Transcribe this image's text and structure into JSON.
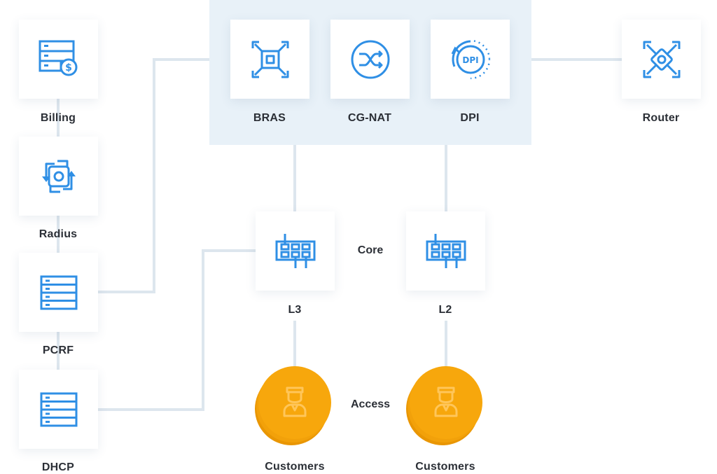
{
  "colors": {
    "accent": "#2f8fe5",
    "panel": "#e8f1f8",
    "line": "#dde6ee",
    "customer": "#f7a70c",
    "customer_dark": "#e99603"
  },
  "nodes": {
    "billing": {
      "label": "Billing",
      "icon": "server-dollar-icon"
    },
    "radius": {
      "label": "Radius",
      "icon": "radius-arrows-icon"
    },
    "pcrf": {
      "label": "PCRF",
      "icon": "server-icon"
    },
    "dhcp": {
      "label": "DHCP",
      "icon": "server-icon"
    },
    "bras": {
      "label": "BRAS",
      "icon": "bras-expand-icon"
    },
    "cgnat": {
      "label": "CG-NAT",
      "icon": "shuffle-icon"
    },
    "dpi": {
      "label": "DPI",
      "icon": "dpi-icon",
      "icon_text": "DPI"
    },
    "router": {
      "label": "Router",
      "icon": "router-icon"
    },
    "l3": {
      "label": "L3",
      "icon": "switch-icon"
    },
    "l2": {
      "label": "L2",
      "icon": "switch-icon"
    },
    "customers_l3": {
      "label": "Customers",
      "icon": "customer-icon"
    },
    "customers_l2": {
      "label": "Customers",
      "icon": "customer-icon"
    }
  },
  "tiers": {
    "core": "Core",
    "access": "Access"
  }
}
